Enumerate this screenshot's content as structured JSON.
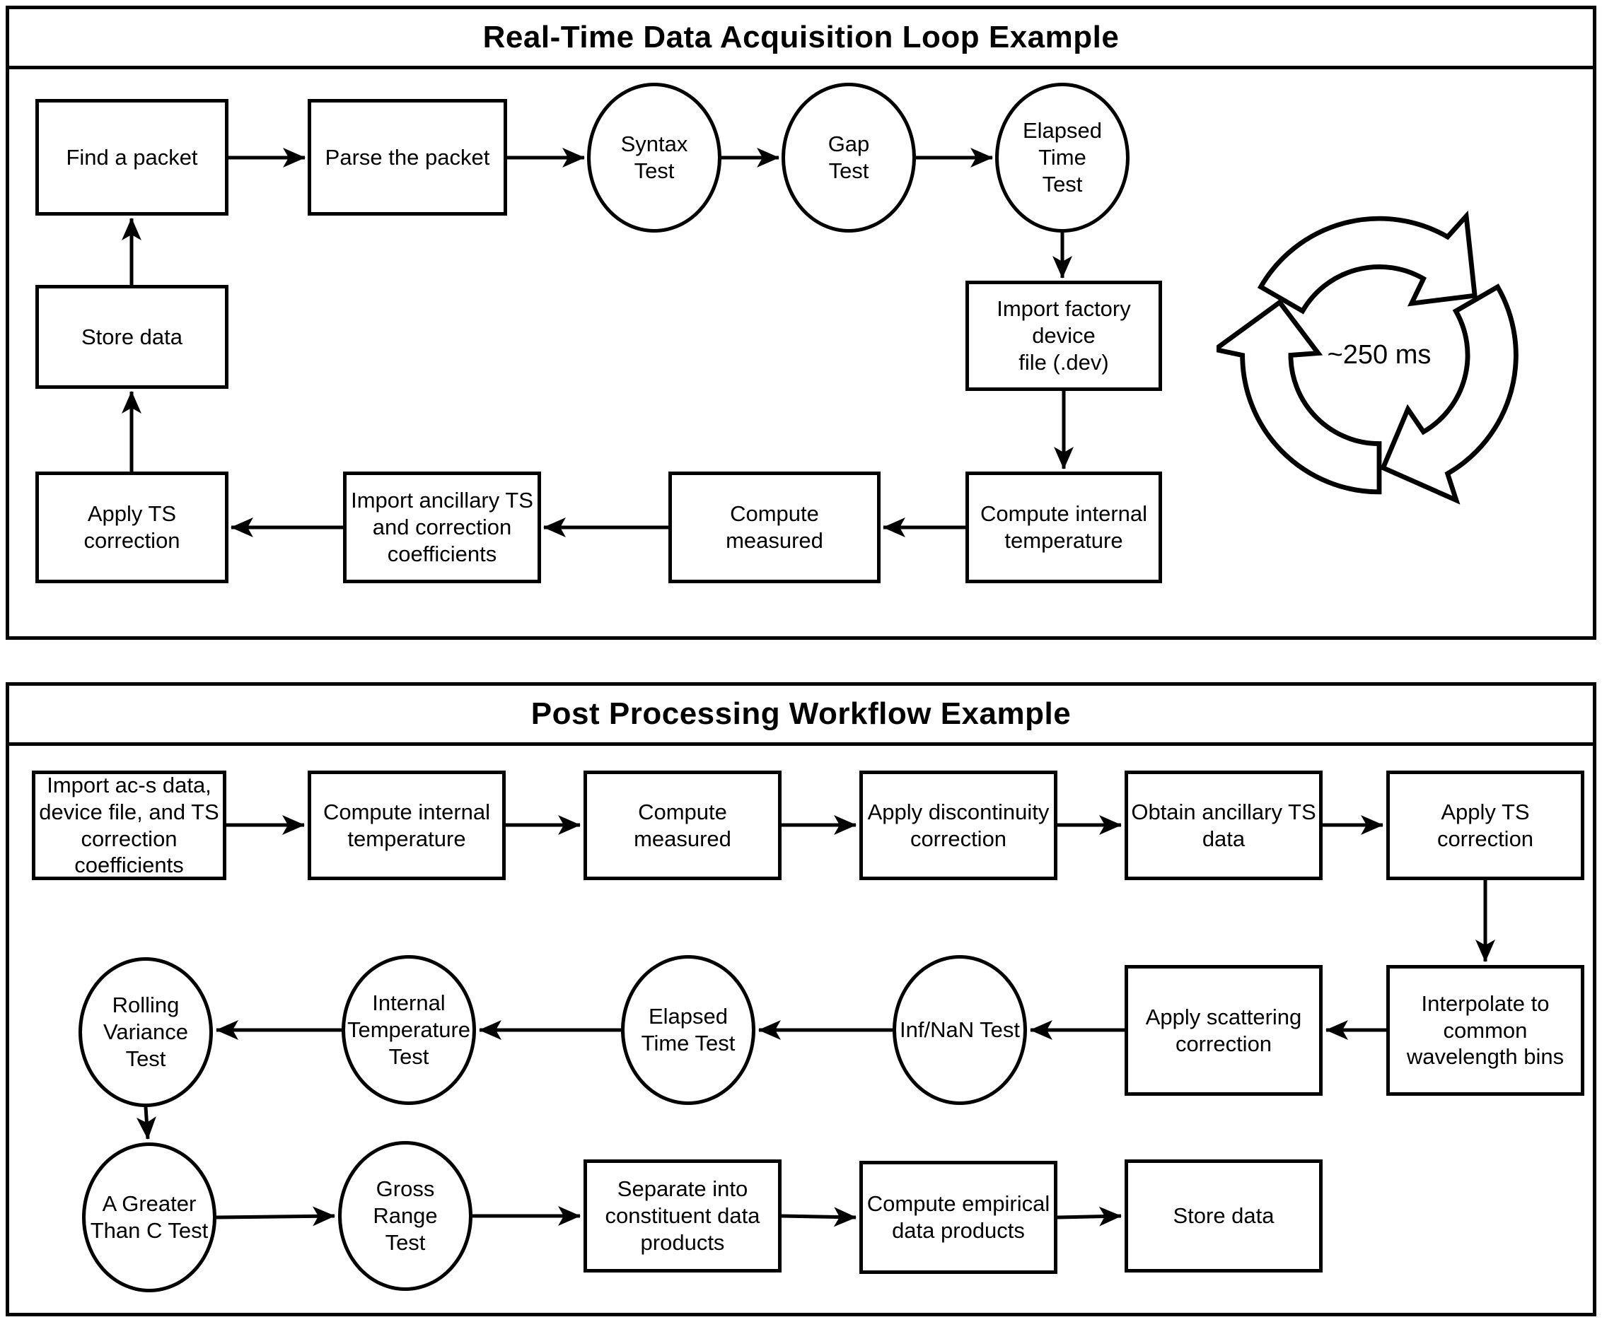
{
  "top_panel": {
    "title": "Real-Time Data Acquisition Loop Example",
    "cycle_label": "~250 ms",
    "nodes": {
      "find_packet": "Find a packet",
      "parse_packet": "Parse the packet",
      "syntax_test": "Syntax\nTest",
      "gap_test": "Gap\nTest",
      "elapsed_time_test": "Elapsed\nTime\nTest",
      "import_factory": "Import factory\ndevice\nfile (.dev)",
      "compute_internal": "Compute internal\ntemperature",
      "compute_measured": "Compute\nmeasured",
      "import_ancillary": "Import ancillary TS\nand correction\ncoefficients",
      "apply_ts": "Apply TS\ncorrection",
      "store_data": "Store data"
    }
  },
  "bottom_panel": {
    "title": "Post Processing Workflow Example",
    "nodes": {
      "import_acs": "Import ac-s data,\ndevice file, and TS\ncorrection\ncoefficients",
      "compute_internal": "Compute internal\ntemperature",
      "compute_measured": "Compute\nmeasured",
      "apply_discontinuity": "Apply discontinuity\ncorrection",
      "obtain_ancillary": "Obtain ancillary TS\ndata",
      "apply_ts": "Apply TS\ncorrection",
      "interpolate": "Interpolate to\ncommon\nwavelength bins",
      "apply_scattering": "Apply scattering\ncorrection",
      "inf_nan_test": "Inf/NaN Test",
      "elapsed_time_test": "Elapsed\nTime Test",
      "internal_temp_test": "Internal\nTemperature\nTest",
      "rolling_variance_test": "Rolling\nVariance Test",
      "a_greater_test": "A Greater\nThan C Test",
      "gross_range_test": "Gross Range\nTest",
      "separate": "Separate into\nconstituent data\nproducts",
      "compute_empirical": "Compute empirical\ndata products",
      "store_data": "Store data"
    }
  }
}
